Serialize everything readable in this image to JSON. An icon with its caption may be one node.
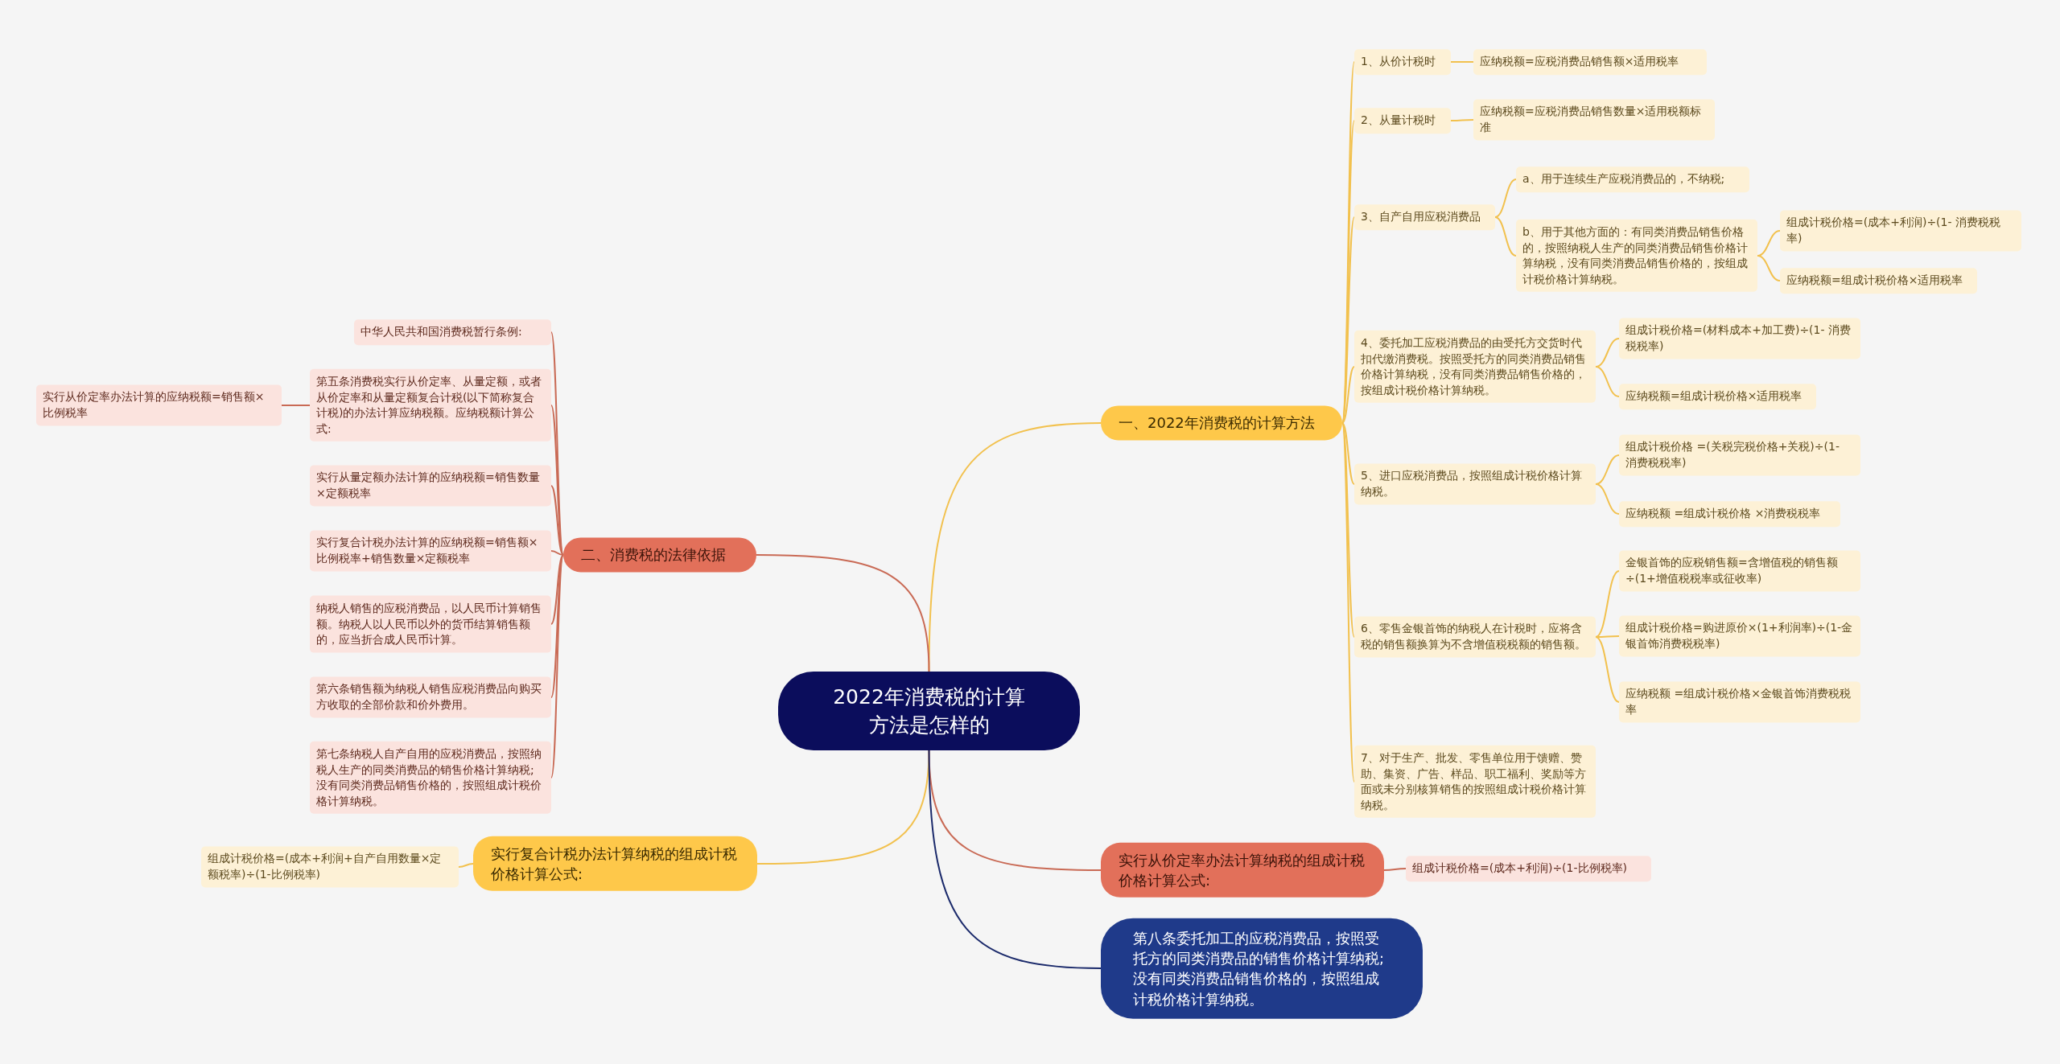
{
  "diagram": {
    "nodes": [
      {
        "text": [
          "2022年消费税的计算方法是怎样的"
        ]
      },
      {
        "text": [
          "一、2022年消费税的计算方法"
        ]
      },
      {
        "text": [
          "1、从价计税时"
        ]
      },
      {
        "text": [
          "应纳税额=应税消费品销售额×适用税率"
        ]
      },
      {
        "text": [
          "2、从量计税时"
        ]
      },
      {
        "text": [
          "应纳税额=应税消费品销售数量×适用税额标准"
        ]
      },
      {
        "text": [
          "3、自产自用应税消费品"
        ]
      },
      {
        "text": [
          "a、用于连续生产应税消费品的，不纳税;"
        ]
      },
      {
        "text": [
          "b、用于其他方面的：有同类消费品销售价格的，按照纳税人生产的同类消费品销售价格计算纳税，没有同类消费品销售价格的，按组成计税价格计算纳税。"
        ]
      },
      {
        "text": [
          "组成计税价格=(成本+利润)÷(1- 消费税税率)"
        ]
      },
      {
        "text": [
          "应纳税额=组成计税价格×适用税率"
        ]
      },
      {
        "text": [
          "4、委托加工应税消费品的由受托方交货时代扣代缴消费税。按照受托方的同类消费品销售价格计算纳税，没有同类消费品销售价格的，按组成计税价格计算纳税。"
        ]
      },
      {
        "text": [
          "组成计税价格=(材料成本+加工费)÷(1- 消费税税率)"
        ]
      },
      {
        "text": [
          "应纳税额=组成计税价格×适用税率"
        ]
      },
      {
        "text": [
          "5、进口应税消费品，按照组成计税价格计算纳税。"
        ]
      },
      {
        "text": [
          "组成计税价格 =(关税完税价格+关税)÷(1- 消费税税率)"
        ]
      },
      {
        "text": [
          "应纳税额 =组成计税价格 ×消费税税率"
        ]
      },
      {
        "text": [
          "6、零售金银首饰的纳税人在计税时，应将含税的销售额换算为不含增值税税额的销售额。"
        ]
      },
      {
        "text": [
          "金银首饰的应税销售额=含增值税的销售额÷(1+增值税税率或征收率)"
        ]
      },
      {
        "text": [
          "组成计税价格=购进原价×(1+利润率)÷(1-金银首饰消费税税率)"
        ]
      },
      {
        "text": [
          "应纳税额 =组成计税价格×金银首饰消费税税率"
        ]
      },
      {
        "text": [
          "7、对于生产、批发、零售单位用于馈赠、赞助、集资、广告、样品、职工福利、奖励等方面或未分别核算销售的按照组成计税价格计算纳税。"
        ]
      },
      {
        "text": [
          "二、消费税的法律依据"
        ]
      },
      {
        "text": [
          "中华人民共和国消费税暂行条例:"
        ]
      },
      {
        "text": [
          "第五条消费税实行从价定率、从量定额，或者从价定率和从量定额复合计税(以下简称复合计税)的办法计算应纳税额。应纳税额计算公式:"
        ]
      },
      {
        "text": [
          "实行从价定率办法计算的应纳税额=销售额×比例税率"
        ]
      },
      {
        "text": [
          "实行从量定额办法计算的应纳税额=销售数量×定额税率"
        ]
      },
      {
        "text": [
          "实行复合计税办法计算的应纳税额=销售额×比例税率+销售数量×定额税率"
        ]
      },
      {
        "text": [
          "纳税人销售的应税消费品，以人民币计算销售额。纳税人以人民币以外的货币结算销售额的，应当折合成人民币计算。"
        ]
      },
      {
        "text": [
          "第六条销售额为纳税人销售应税消费品向购买方收取的全部价款和价外费用。"
        ]
      },
      {
        "text": [
          "第七条纳税人自产自用的应税消费品，按照纳税人生产的同类消费品的销售价格计算纳税;没有同类消费品销售价格的，按照组成计税价格计算纳税。"
        ]
      },
      {
        "text": [
          "实行复合计税办法计算纳税的组成计税价格计算公式:"
        ]
      },
      {
        "text": [
          "组成计税价格=(成本+利润+自产自用数量×定额税率)÷(1-比例税率)"
        ]
      },
      {
        "text": [
          "实行从价定率办法计算纳税的组成计税价格计算公式:"
        ]
      },
      {
        "text": [
          "组成计税价格=(成本+利润)÷(1-比例税率)"
        ]
      },
      {
        "text": [
          "第八条委托加工的应税消费品，按照受托方的同类消费品的销售价格计算纳税;没有同类消费品销售价格的，按照组成计税价格计算纳税。"
        ]
      }
    ],
    "edges": [
      {
        "from": 0,
        "to": 1,
        "arrow": "none"
      },
      {
        "from": 1,
        "to": 2,
        "arrow": "none"
      },
      {
        "from": 1,
        "to": 4,
        "arrow": "none"
      },
      {
        "from": 1,
        "to": 6,
        "arrow": "none"
      },
      {
        "from": 1,
        "to": 11,
        "arrow": "none"
      },
      {
        "from": 1,
        "to": 14,
        "arrow": "none"
      },
      {
        "from": 1,
        "to": 17,
        "arrow": "none"
      },
      {
        "from": 1,
        "to": 21,
        "arrow": "none"
      },
      {
        "from": 2,
        "to": 3,
        "arrow": "none"
      },
      {
        "from": 4,
        "to": 5,
        "arrow": "none"
      },
      {
        "from": 6,
        "to": 7,
        "arrow": "none"
      },
      {
        "from": 6,
        "to": 8,
        "arrow": "none"
      },
      {
        "from": 8,
        "to": 9,
        "arrow": "none"
      },
      {
        "from": 8,
        "to": 10,
        "arrow": "none"
      },
      {
        "from": 11,
        "to": 12,
        "arrow": "none"
      },
      {
        "from": 11,
        "to": 13,
        "arrow": "none"
      },
      {
        "from": 14,
        "to": 15,
        "arrow": "none"
      },
      {
        "from": 14,
        "to": 16,
        "arrow": "none"
      },
      {
        "from": 17,
        "to": 18,
        "arrow": "none"
      },
      {
        "from": 17,
        "to": 19,
        "arrow": "none"
      },
      {
        "from": 17,
        "to": 20,
        "arrow": "none"
      },
      {
        "from": 0,
        "to": 22,
        "arrow": "none",
        "color": "#c96a55"
      },
      {
        "from": 22,
        "to": 23,
        "arrow": "none",
        "color": "#c96a55"
      },
      {
        "from": 22,
        "to": 24,
        "arrow": "none",
        "color": "#c96a55"
      },
      {
        "from": 22,
        "to": 26,
        "arrow": "none",
        "color": "#c96a55"
      },
      {
        "from": 22,
        "to": 27,
        "arrow": "none",
        "color": "#c96a55"
      },
      {
        "from": 22,
        "to": 28,
        "arrow": "none",
        "color": "#c96a55"
      },
      {
        "from": 22,
        "to": 29,
        "arrow": "none",
        "color": "#c96a55"
      },
      {
        "from": 22,
        "to": 30,
        "arrow": "none",
        "color": "#c96a55"
      },
      {
        "from": 24,
        "to": 25,
        "arrow": "none",
        "color": "#c96a55"
      },
      {
        "from": 0,
        "to": 31,
        "arrow": "none"
      },
      {
        "from": 31,
        "to": 32,
        "arrow": "none"
      },
      {
        "from": 0,
        "to": 33,
        "arrow": "none",
        "color": "#c96a55"
      },
      {
        "from": 33,
        "to": 34,
        "arrow": "none",
        "color": "#c96a55"
      },
      {
        "from": 0,
        "to": 35,
        "arrow": "none",
        "color": "#1b2a6b"
      }
    ]
  }
}
